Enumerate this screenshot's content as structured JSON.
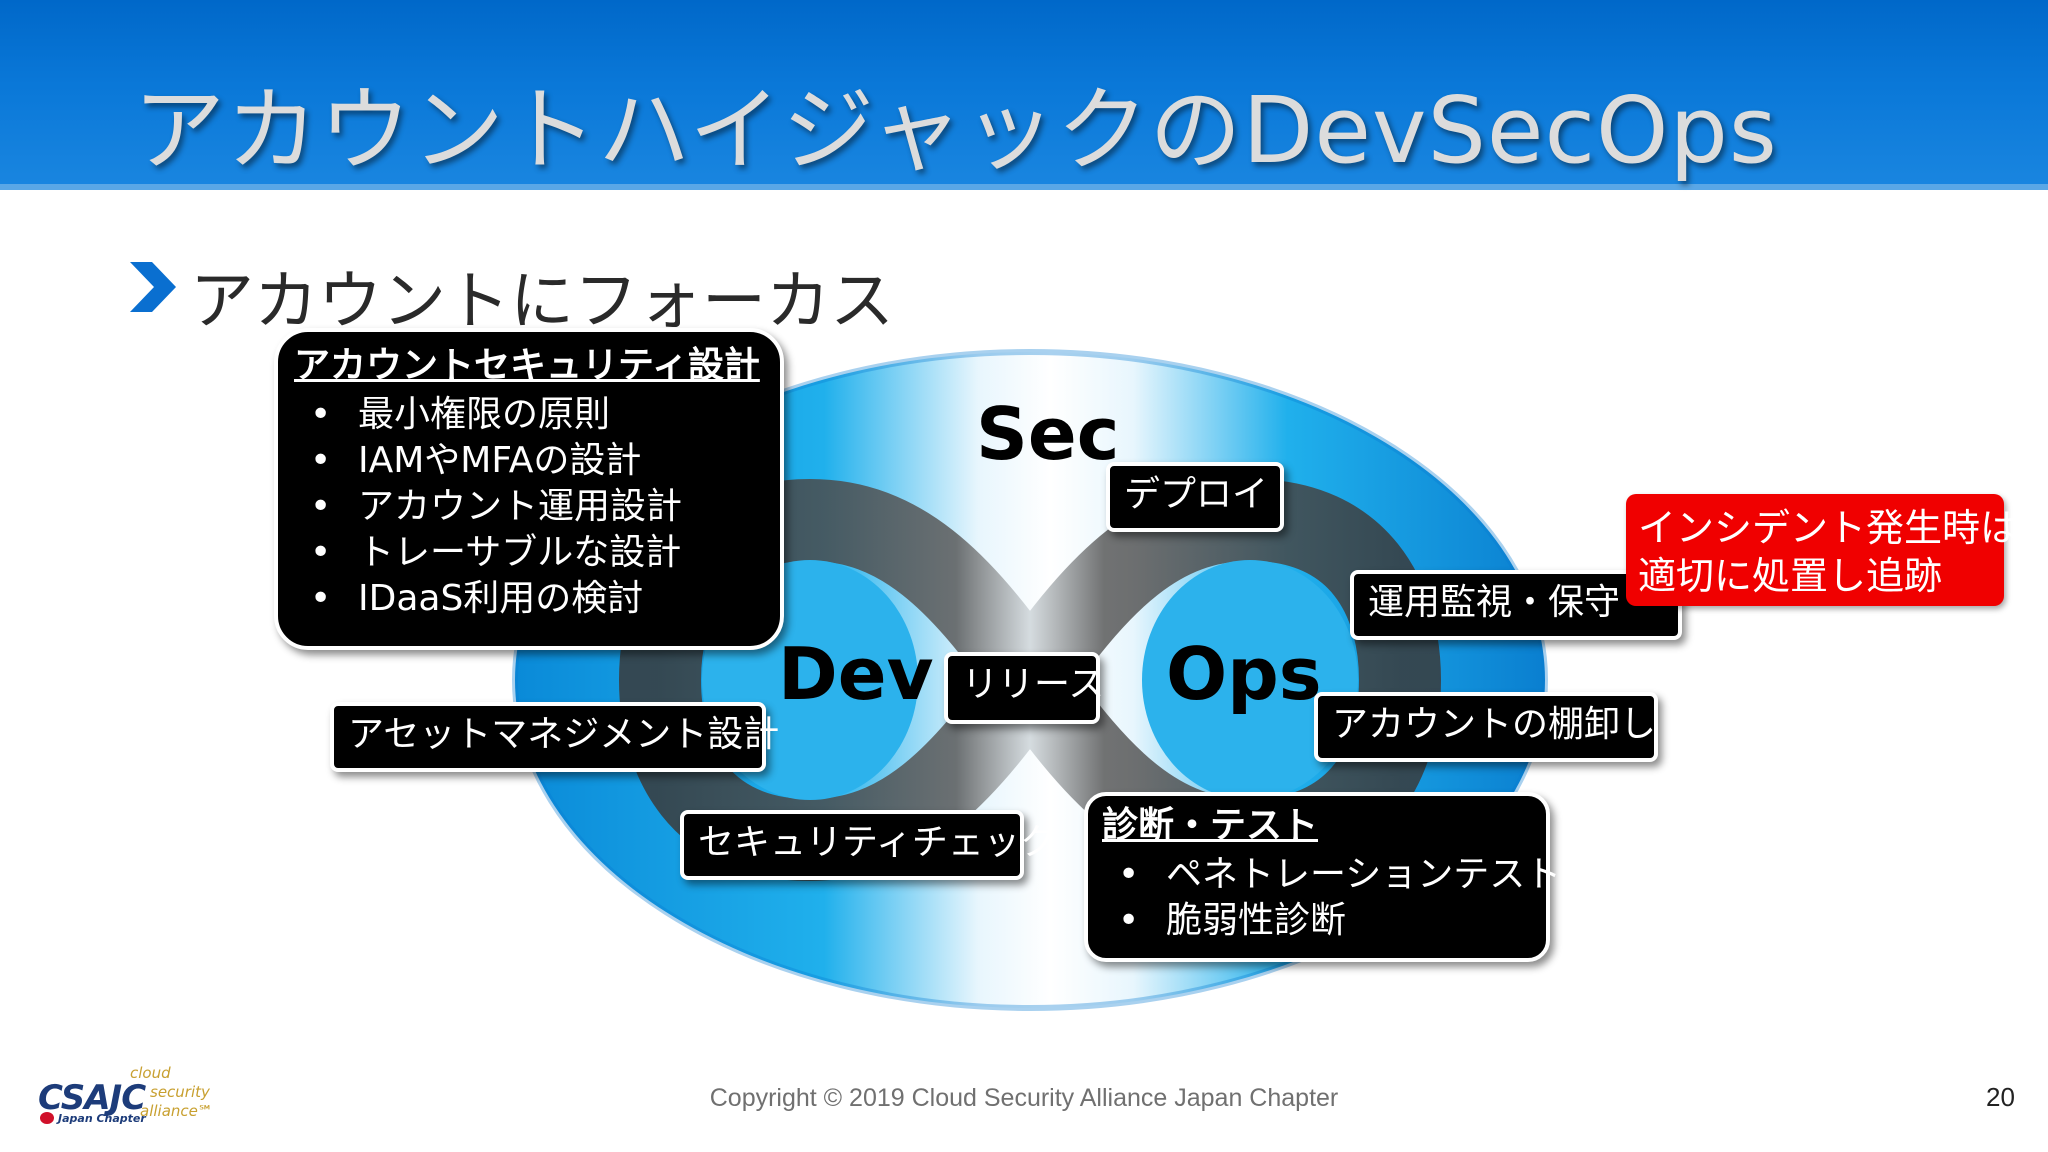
{
  "header": {
    "title": "アカウントハイジャックのDevSecOps"
  },
  "subtitle": "アカウントにフォーカス",
  "diagram": {
    "sec": "Sec",
    "dev": "Dev",
    "ops": "Ops",
    "account_security": {
      "heading": "アカウントセキュリティ設計",
      "items": [
        "最小権限の原則",
        "IAMやMFAの設計",
        "アカウント運用設計",
        "トレーサブルな設計",
        "IDaaS利用の検討"
      ]
    },
    "asset_management": "アセットマネジメント設計",
    "security_check": "セキュリティチェック",
    "release": "リリース",
    "deploy": "デプロイ",
    "monitoring": "運用監視・保守",
    "account_inventory": "アカウントの棚卸し",
    "diagnosis": {
      "heading": "診断・テスト",
      "items": [
        "ペネトレーションテスト",
        "脆弱性診断"
      ]
    },
    "incident": {
      "line1": "インシデント発生時は",
      "line2": "適切に処置し追跡"
    }
  },
  "footer": {
    "logo_text": "CSAJC",
    "logo_cloud": "cloud",
    "logo_security": "security",
    "logo_alliance": "alliance℠",
    "logo_chapter": "Japan Chapter",
    "copyright": "Copyright © 2019 Cloud Security Alliance Japan Chapter",
    "page_number": "20"
  },
  "colors": {
    "header_blue": "#0a78d8",
    "ellipse_blue": "#0aa0e0",
    "incident_red": "#f00000"
  }
}
